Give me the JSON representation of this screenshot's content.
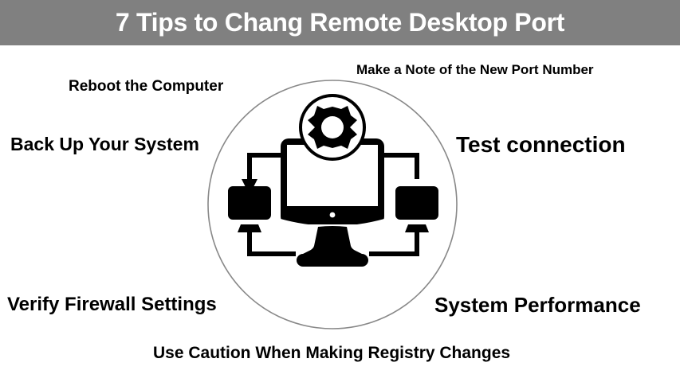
{
  "header": {
    "title": "7 Tips to Chang Remote Desktop Port",
    "background_color": "#808080",
    "text_color": "#ffffff"
  },
  "tips": [
    {
      "id": "note-port",
      "label": "Make a Note of the New Port Number",
      "position": "top-right"
    },
    {
      "id": "reboot",
      "label": "Reboot the Computer",
      "position": "top-left"
    },
    {
      "id": "backup",
      "label": "Back Up Your System",
      "position": "middle-left"
    },
    {
      "id": "test-connection",
      "label": "Test connection",
      "position": "middle-right"
    },
    {
      "id": "firewall",
      "label": "Verify Firewall Settings",
      "position": "bottom-left"
    },
    {
      "id": "performance",
      "label": "System Performance",
      "position": "bottom-right"
    },
    {
      "id": "registry",
      "label": "Use Caution When Making Registry Changes",
      "position": "bottom-center"
    }
  ],
  "graphic": {
    "circle_stroke_color": "#888888",
    "icon_color": "#000000",
    "icon_names": [
      "circle-outline",
      "desktop-monitor-icon",
      "gear-icon",
      "small-monitor-left-icon",
      "small-monitor-right-icon",
      "down-arrow-icon",
      "connector-bracket"
    ]
  }
}
